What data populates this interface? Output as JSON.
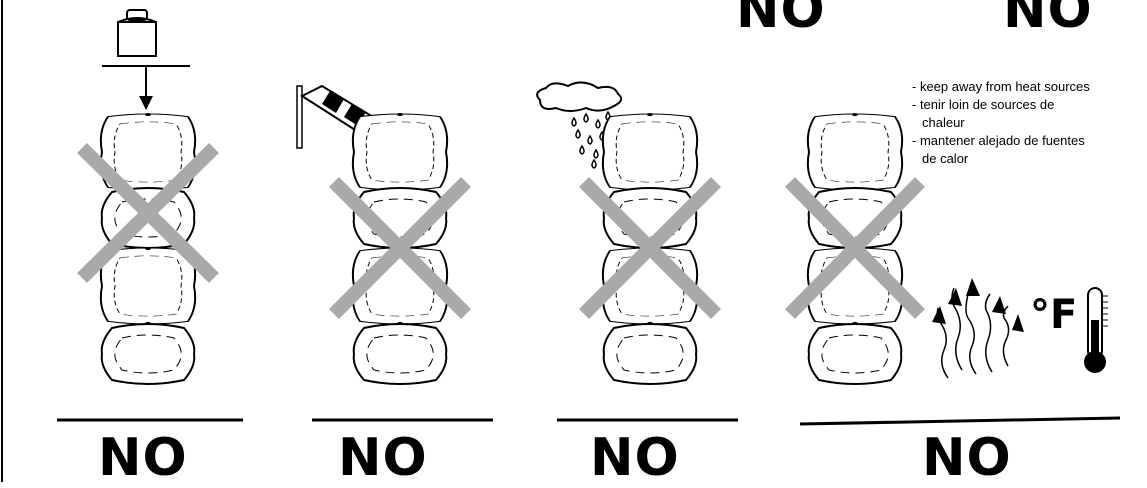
{
  "top_labels": [
    "NO",
    "NO"
  ],
  "bottom_labels": [
    "NO",
    "NO",
    "NO",
    "NO"
  ],
  "heat_warning": [
    "- keep away from heat sources",
    "- tenir loin de sources de",
    "  chaleur",
    "- mantener alejado de fuentes",
    "  de calor"
  ],
  "temperature_unit": "°F",
  "panels": [
    {
      "hazard": "weight-icon"
    },
    {
      "hazard": "windsock-icon"
    },
    {
      "hazard": "rain-cloud-icon"
    },
    {
      "hazard": "heat-icon"
    }
  ],
  "colors": {
    "cross": "#a9a9a9",
    "ink": "#000000"
  }
}
